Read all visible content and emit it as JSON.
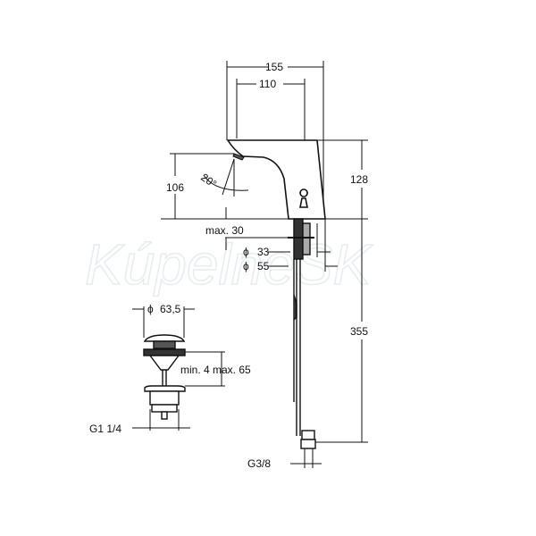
{
  "watermark": "KúpelneSK",
  "dimensions": {
    "width_total": "155",
    "width_spout": "110",
    "height_body": "128",
    "height_spout": "106",
    "angle": "20°",
    "max_thickness": "max.  30",
    "dia_shank": "33",
    "dia_base": "55",
    "hose_length": "355",
    "waste_dia": "63,5",
    "waste_range": "min. 4  max. 65",
    "waste_thread": "G1 1/4",
    "hose_thread": "G3/8",
    "dia_symbol": "ϕ"
  }
}
